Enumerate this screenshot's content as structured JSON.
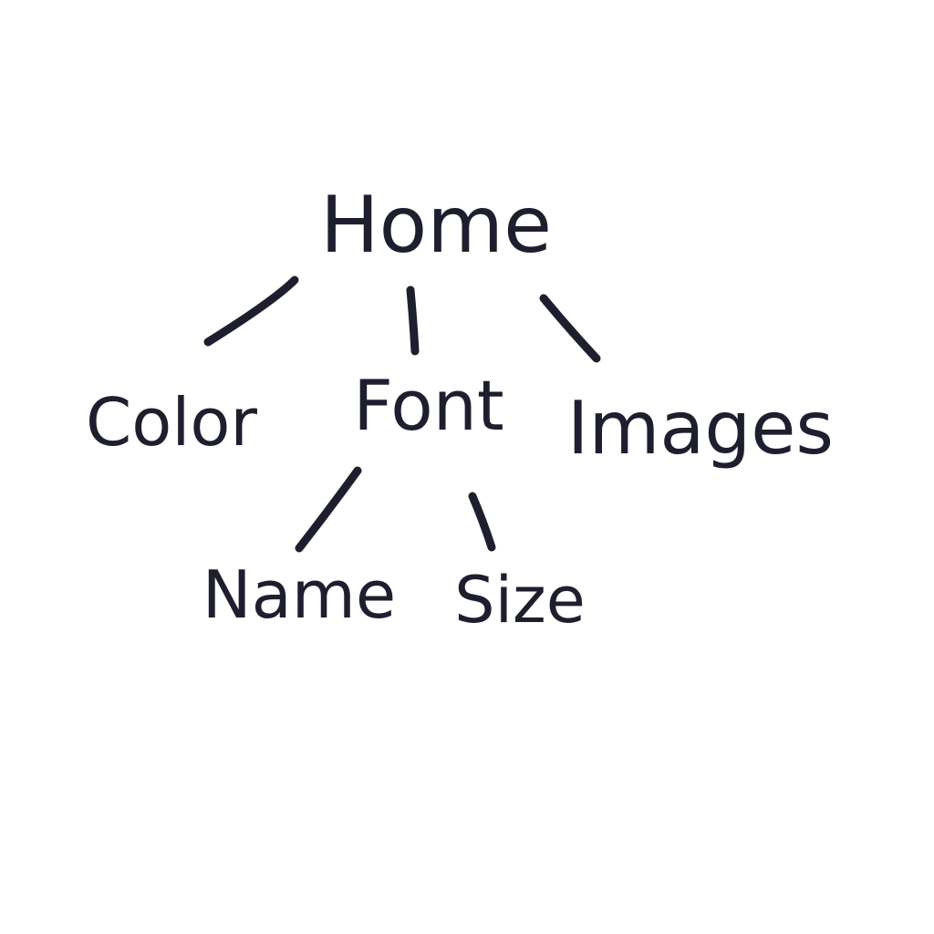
{
  "diagram": {
    "ink_color": "#1e1f2e",
    "background_color": "#ffffff",
    "nodes": {
      "home": "Home",
      "color": "Color",
      "font": "Font",
      "images": "Images",
      "name": "Name",
      "size": "Size"
    },
    "edges": [
      {
        "from": "home",
        "to": "color"
      },
      {
        "from": "home",
        "to": "font"
      },
      {
        "from": "home",
        "to": "images"
      },
      {
        "from": "font",
        "to": "name"
      },
      {
        "from": "font",
        "to": "size"
      }
    ]
  }
}
